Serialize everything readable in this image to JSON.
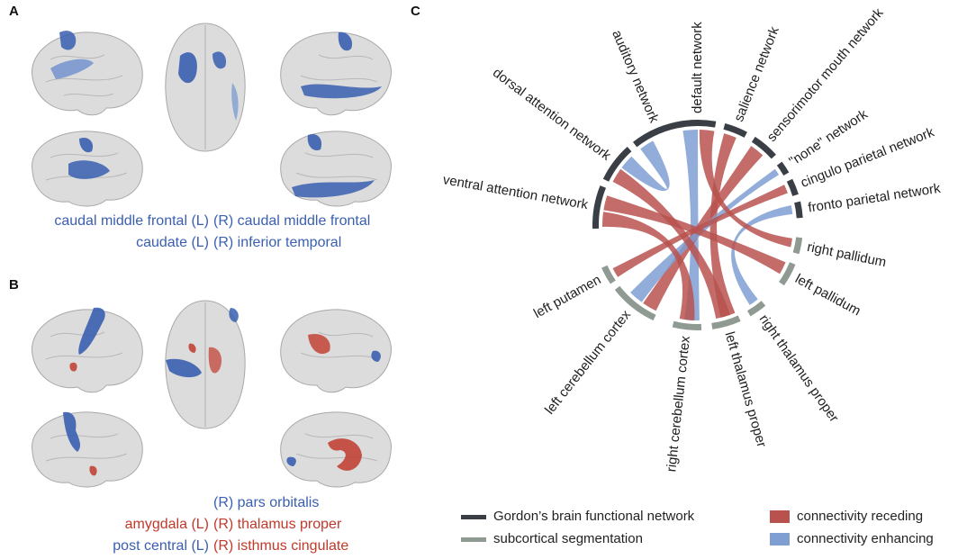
{
  "panels": {
    "a": "A",
    "b": "B",
    "c": "C"
  },
  "panel_a": {
    "line1": {
      "left": "caudal middle frontal (L)",
      "right": "(R) caudal middle frontal"
    },
    "line2": {
      "left": "caudate (L)",
      "right": "(R) inferior temporal"
    }
  },
  "panel_b": {
    "line1": {
      "right": "(R) pars orbitalis"
    },
    "line2": {
      "left": "amygdala (L)",
      "right": "(R) thalamus proper"
    },
    "line3": {
      "left": "post central (L)",
      "right": "(R) isthmus cingulate"
    }
  },
  "chord": {
    "segments": [
      {
        "label": "default network",
        "group": "network"
      },
      {
        "label": "salience network",
        "group": "network"
      },
      {
        "label": "sensorimotor mouth network",
        "group": "network"
      },
      {
        "label": "\"none\" network",
        "group": "network"
      },
      {
        "label": "cingulo parietal network",
        "group": "network"
      },
      {
        "label": "fronto parietal network",
        "group": "network"
      },
      {
        "label": "right pallidum",
        "group": "subcortical"
      },
      {
        "label": "left pallidum",
        "group": "subcortical"
      },
      {
        "label": "right thalamus proper",
        "group": "subcortical"
      },
      {
        "label": "left thalamus proper",
        "group": "subcortical"
      },
      {
        "label": "right cerebellum cortex",
        "group": "subcortical"
      },
      {
        "label": "left cerebellum cortex",
        "group": "subcortical"
      },
      {
        "label": "left putamen",
        "group": "subcortical"
      },
      {
        "label": "ventral attention network",
        "group": "network"
      },
      {
        "label": "dorsal attention network",
        "group": "network"
      },
      {
        "label": "auditory network",
        "group": "network"
      }
    ],
    "links": [
      {
        "from": "default network",
        "to": "right cerebellum cortex",
        "type": "enhancing"
      },
      {
        "from": "salience network",
        "to": "left thalamus proper",
        "type": "receding"
      },
      {
        "from": "sensorimotor mouth network",
        "to": "left cerebellum cortex",
        "type": "receding"
      },
      {
        "from": "\"none\" network",
        "to": "left cerebellum cortex",
        "type": "enhancing"
      },
      {
        "from": "cingulo parietal network",
        "to": "left putamen",
        "type": "receding"
      },
      {
        "from": "fronto parietal network",
        "to": "right thalamus proper",
        "type": "enhancing"
      },
      {
        "from": "default network",
        "to": "right pallidum",
        "type": "receding"
      },
      {
        "from": "dorsal attention network",
        "to": "left thalamus proper",
        "type": "receding"
      },
      {
        "from": "auditory network",
        "to": "dorsal attention network",
        "type": "enhancing"
      },
      {
        "from": "ventral attention network",
        "to": "right cerebellum cortex",
        "type": "receding"
      },
      {
        "from": "ventral attention network",
        "to": "left pallidum",
        "type": "receding"
      }
    ]
  },
  "legend": {
    "network": "Gordon’s brain functional network",
    "subcortical": "subcortical segmentation",
    "receding": "connectivity receding",
    "enhancing": "connectivity enhancing"
  },
  "colors": {
    "network": "#3a3f46",
    "subcortical": "#8f9a92",
    "receding": "#b9524f",
    "enhancing": "#7f9fd2",
    "region_blue": "#3a5fb0",
    "region_red": "#c0392b"
  }
}
